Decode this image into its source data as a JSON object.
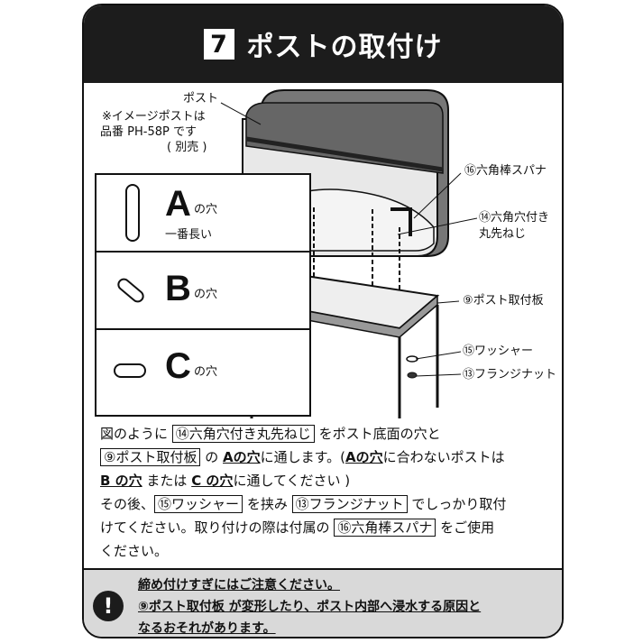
{
  "header": {
    "step": "7",
    "title": "ポストの取付け"
  },
  "labels": {
    "post": "ポスト",
    "post_note_1": "※イメージポストは",
    "post_note_2": "品番 PH-58P です",
    "post_note_3": "( 別売 )",
    "wrench": "⑯六角棒スパナ",
    "screw_1": "⑭六角穴付き",
    "screw_2": "丸先ねじ",
    "plate": "⑨ポスト取付板",
    "washer": "⑮ワッシャー",
    "nut": "⑬フランジナット"
  },
  "holes": {
    "a_letter": "A",
    "a_suffix": "の穴",
    "a_note": "一番長い",
    "b_letter": "B",
    "b_suffix": "の穴",
    "c_letter": "C",
    "c_suffix": "の穴"
  },
  "instructions": {
    "l1a": "図のように",
    "l1b": "⑭六角穴付き丸先ねじ",
    "l1c": "をポスト底面の穴と",
    "l2a": "⑨ポスト取付板",
    "l2b": "の",
    "l2c": "Aの穴",
    "l2d": "に通します。(",
    "l2e": "Aの穴",
    "l2f": "に合わないポストは",
    "l3a": "B の穴",
    "l3b": " または ",
    "l3c": "C の穴",
    "l3d": "に通してください )",
    "l4a": "その後、",
    "l4b": "⑮ワッシャー",
    "l4c": "を挟み",
    "l4d": "⑬フランジナット",
    "l4e": "でしっかり取付",
    "l5a": "けてください。取り付けの際は付属の",
    "l5b": "⑯六角棒スパナ",
    "l5c": "をご使用",
    "l6": "ください。"
  },
  "warning": {
    "icon": "!",
    "line1": "締め付けすぎにはご注意ください。",
    "line2": "⑨ポスト取付板 が変形したり、ポスト内部へ浸水する原因と",
    "line3": "なるおそれがあります。"
  }
}
